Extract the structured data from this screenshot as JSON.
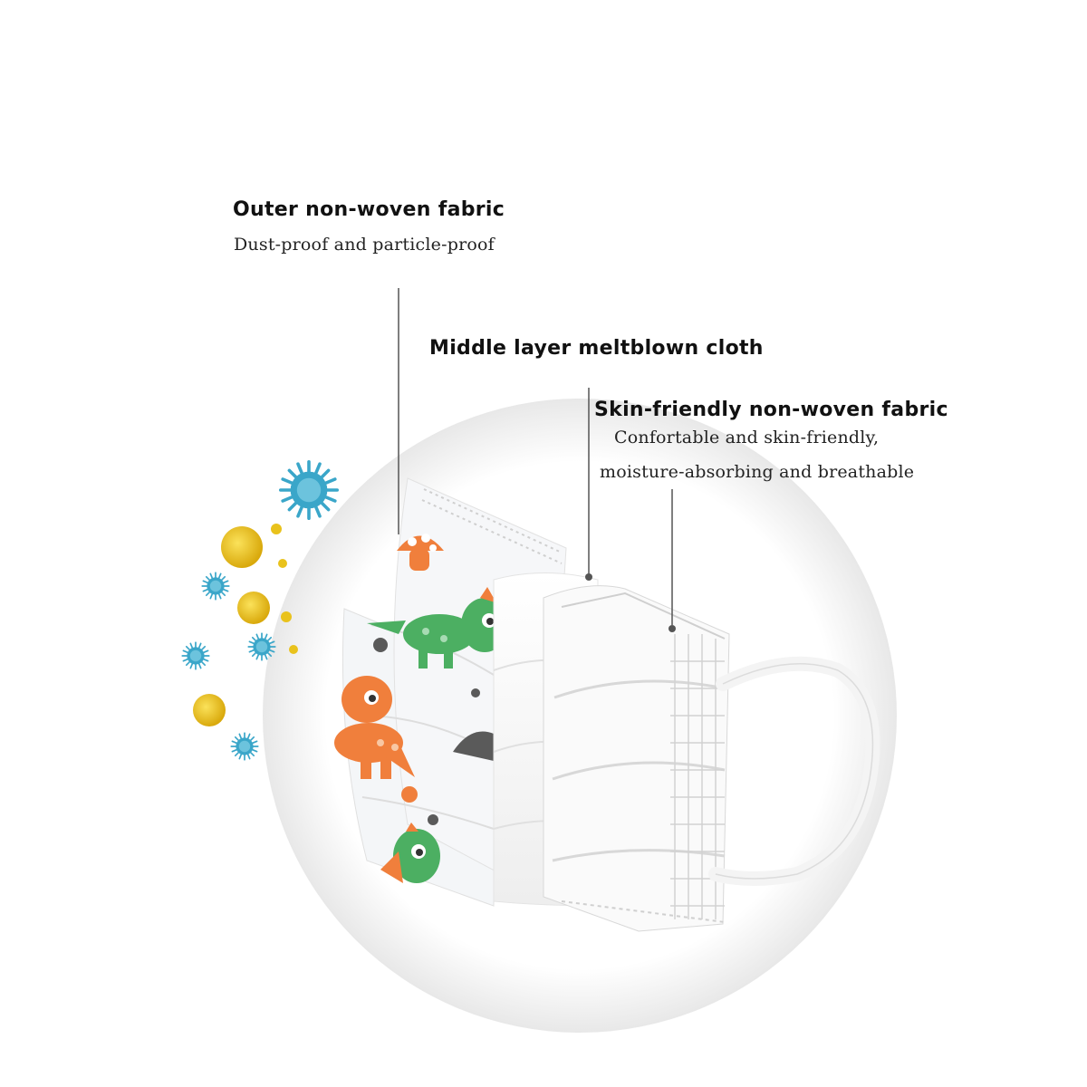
{
  "labels": {
    "outer": {
      "title": "Outer non-woven fabric",
      "desc": "Dust-proof and particle-proof"
    },
    "middle": {
      "title": "Middle layer meltblown cloth"
    },
    "inner": {
      "title": "Skin-friendly non-woven fabric",
      "desc_line1": "Confortable and skin-friendly,",
      "desc_line2": "moisture-absorbing and breathable"
    }
  },
  "colors": {
    "background": "#ffffff",
    "shield": "#eeeeee",
    "dino_green": "#4caf62",
    "dino_orange": "#f07f3c",
    "virus_blue": "#3aa6c9",
    "particle_yellow": "#e9c21c",
    "leader_line": "#555555"
  },
  "icons": [
    "virus-icon",
    "particle-icon",
    "dinosaur-icon",
    "mushroom-icon"
  ]
}
